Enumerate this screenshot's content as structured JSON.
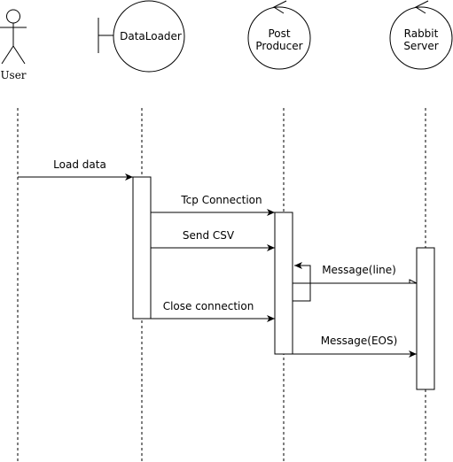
{
  "diagram": {
    "type": "sequence",
    "participants": [
      {
        "id": "user",
        "label": "User",
        "shape": "actor"
      },
      {
        "id": "dataloader",
        "label": "DataLoader",
        "shape": "boundary"
      },
      {
        "id": "post-producer",
        "label_lines": [
          "Post",
          "Producer"
        ],
        "shape": "control"
      },
      {
        "id": "rabbit-server",
        "label_lines": [
          "Rabbit",
          "Server"
        ],
        "shape": "control"
      }
    ],
    "messages": [
      {
        "from": "user",
        "to": "dataloader",
        "label": "Load data"
      },
      {
        "from": "dataloader",
        "to": "post-producer",
        "label": "Tcp Connection"
      },
      {
        "from": "dataloader",
        "to": "post-producer",
        "label": "Send CSV"
      },
      {
        "from": "post-producer",
        "to": "post-producer",
        "label": "",
        "self": true
      },
      {
        "from": "post-producer",
        "to": "rabbit-server",
        "label": "Message(line)",
        "arrow": "open"
      },
      {
        "from": "dataloader",
        "to": "post-producer",
        "label": "Close connection"
      },
      {
        "from": "post-producer",
        "to": "rabbit-server",
        "label": "Message(EOS)"
      }
    ]
  },
  "colors": {
    "stroke": "#000000",
    "fill": "#ffffff"
  }
}
